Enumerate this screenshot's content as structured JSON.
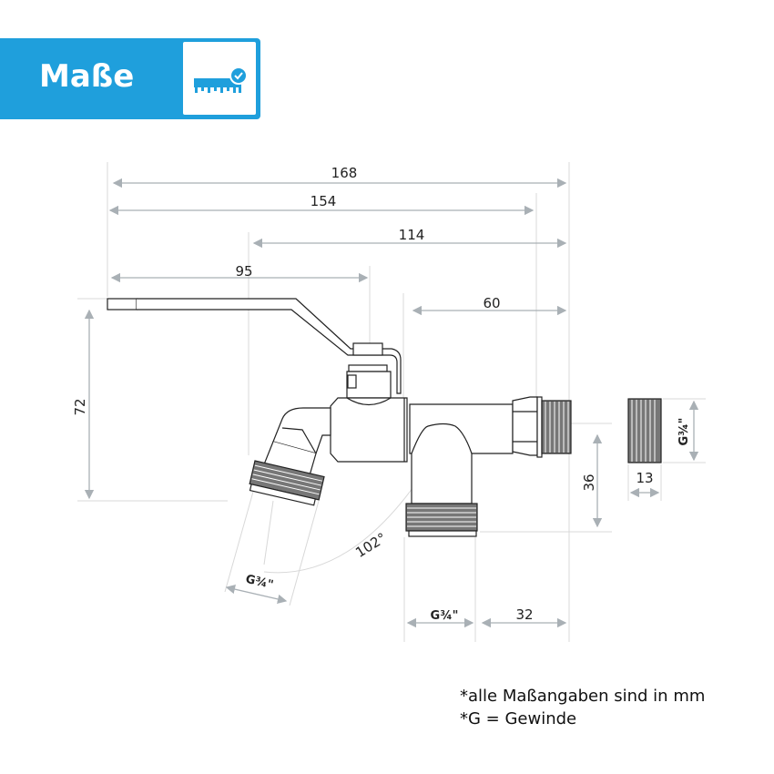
{
  "header": {
    "title": "Maße",
    "icon": "ruler-check-icon",
    "accent_color": "#1f9fdc"
  },
  "dimensions": {
    "total_length": "168",
    "length_154": "154",
    "length_114": "114",
    "length_95": "95",
    "length_60": "60",
    "height_72": "72",
    "height_36": "36",
    "thread_width_13": "13",
    "length_32": "32",
    "angle": "102°",
    "thread_left": "G¾\"",
    "thread_bottom": "G¾\"",
    "thread_right": "G¾\""
  },
  "notes": [
    "*alle Maßangaben sind in mm",
    "*G = Gewinde"
  ]
}
